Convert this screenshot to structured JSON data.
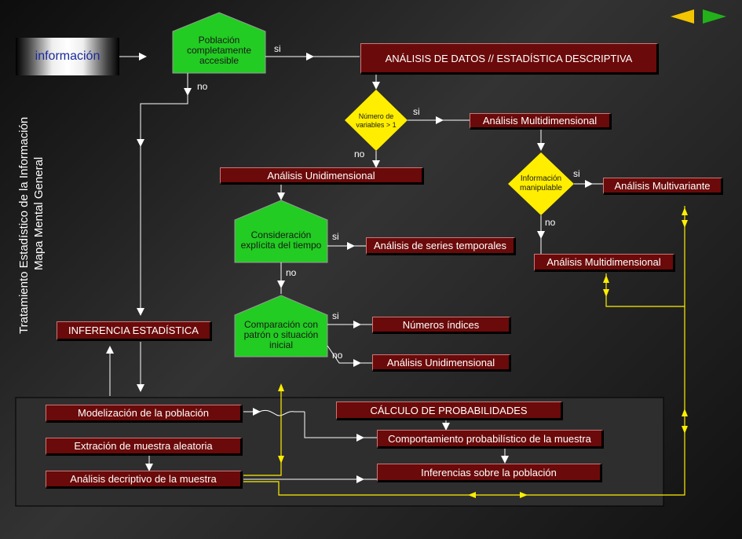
{
  "side_title": {
    "line1": "Tratamiento  Estadístico de la Información",
    "line2": "Mapa Mental General"
  },
  "nav": {
    "back_icon": "triangle-left-icon",
    "forward_icon": "triangle-right-icon",
    "back_color": "#f5c400",
    "forward_color": "#22b11a"
  },
  "nodes": {
    "informacion": "información",
    "poblacion": "Población completamente accesible",
    "analisis_datos": "ANÁLISIS DE DATOS // ESTADÍSTICA DESCRIPTIVA",
    "num_variables": "Número de variables > 1",
    "multidim_1": "Análisis Multidimensional",
    "unidim_1": "Análisis Unidimensional",
    "info_manipulable": "Información manipulable",
    "multivariante": "Análisis Multivariante",
    "multidim_2": "Análisis Multidimensional",
    "consideracion": "Consideración explícita del tiempo",
    "series_temporales": "Análisis de series temporales",
    "comparacion": "Comparación con patrón o situación inicial",
    "numeros_indices": "Números índices",
    "unidim_2": "Análisis Unidimensional",
    "inferencia": "INFERENCIA ESTADÍSTICA",
    "modelizacion": "Modelización de la población",
    "extraccion": "Extración de muestra aleatoria",
    "analisis_descriptivo": "Análisis decriptivo de la muestra",
    "calculo": "CÁLCULO DE PROBABILIDADES",
    "comportamiento": "Comportamiento probabilístico de la muestra",
    "inferencias_poblacion": "Inferencias sobre la población"
  },
  "edge_labels": {
    "si": "si",
    "no": "no"
  },
  "colors": {
    "node_box": "#6b0a0a",
    "pentagon": "#22cc22",
    "diamond": "#ffee00",
    "line_white": "#ffffff",
    "line_yellow": "#ffee00"
  }
}
